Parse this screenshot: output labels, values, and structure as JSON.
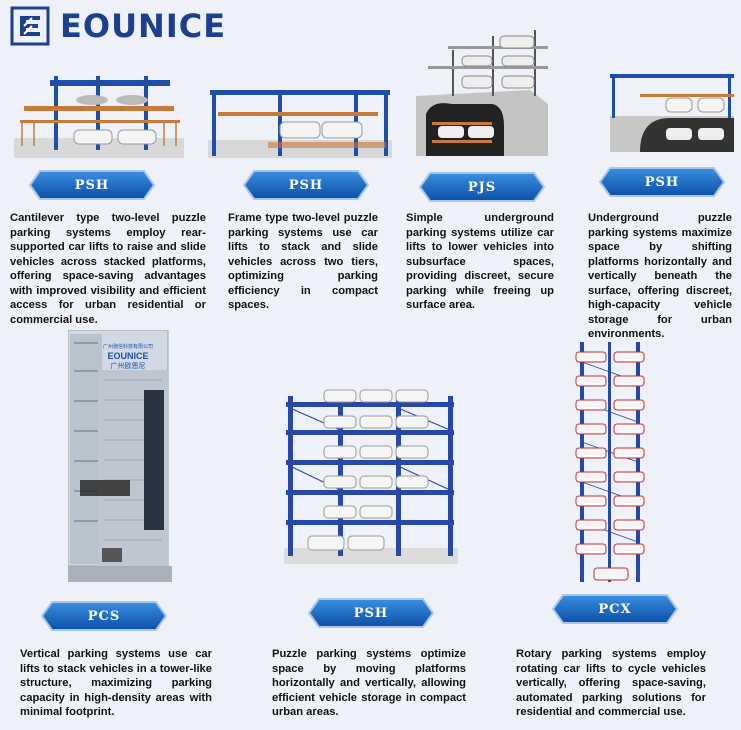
{
  "brand": {
    "name": "EOUNICE"
  },
  "products": [
    {
      "code": "PSH",
      "description": "Cantilever type two-level puzzle parking systems employ rear-supported car lifts to raise and slide vehicles across stacked platforms, offering space-saving advantages with improved visibility and efficient access for urban residential or commercial use."
    },
    {
      "code": "PSH",
      "description": "Frame type two-level puzzle parking systems use car lifts to stack and slide vehicles across two tiers, optimizing parking efficiency in compact spaces."
    },
    {
      "code": "PJS",
      "description": "Simple underground parking systems utilize car lifts to lower vehicles into subsurface spaces, providing discreet, secure parking while freeing up surface area."
    },
    {
      "code": "PSH",
      "description": "Underground puzzle parking systems maximize space by shifting platforms horizontally and vertically beneath the surface, offering discreet, high-capacity vehicle storage for urban environments."
    },
    {
      "code": "PCS",
      "description": "Vertical parking systems use car lifts to stack vehicles in a tower-like structure, maximizing parking capacity in high-density areas with minimal footprint."
    },
    {
      "code": "PSH",
      "description": "Puzzle parking systems optimize space by moving platforms horizontally and vertically, allowing efficient vehicle storage in compact urban areas."
    },
    {
      "code": "PCX",
      "description": "Rotary parking systems employ rotating car lifts to cycle vehicles vertically, offering space-saving, automated parking solutions for residential and commercial use."
    }
  ],
  "tower_sign": {
    "line1": "广州驰信科技有限公司",
    "brand": "EOUNICE",
    "line2": "广州欧恩尼"
  }
}
